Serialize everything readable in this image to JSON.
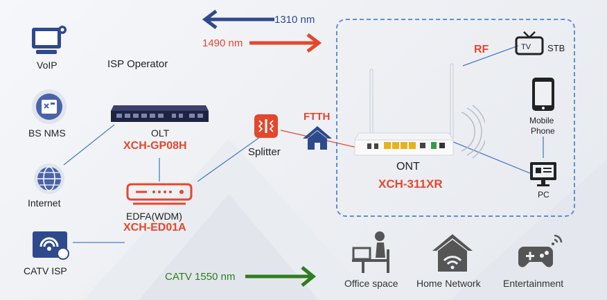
{
  "arrows": {
    "upstream_label": "1310 nm",
    "downstream_label": "1490 nm",
    "catv_label": "CATV  1550 nm"
  },
  "isp": {
    "voip_label": "VoIP",
    "operator_label": "ISP  Operator",
    "nms_label": "BS NMS",
    "internet_label": "Internet",
    "catv_isp_label": "CATV  ISP"
  },
  "olt": {
    "name": "OLT",
    "model": "XCH-GP08H"
  },
  "edfa": {
    "name": "EDFA(WDM)",
    "model": "XCH-ED01A"
  },
  "splitter": {
    "name": "Splitter"
  },
  "ftth": {
    "label": "FTTH"
  },
  "ont": {
    "name": "ONT",
    "model": "XCH-311XR"
  },
  "home": {
    "rf_label": "RF",
    "stb_label": "STB",
    "tv_label": "TV",
    "mobile_label_1": "Mobile",
    "mobile_label_2": "Phone",
    "pc_label": "PC"
  },
  "scenarios": {
    "office_label": "Office space",
    "home_network_label": "Home  Network",
    "entertainment_label": "Entertainment"
  },
  "colors": {
    "red": "#e4472c",
    "blue": "#2e4a8c",
    "green": "#2f7d1e",
    "line_blue": "#4b7cc4"
  }
}
